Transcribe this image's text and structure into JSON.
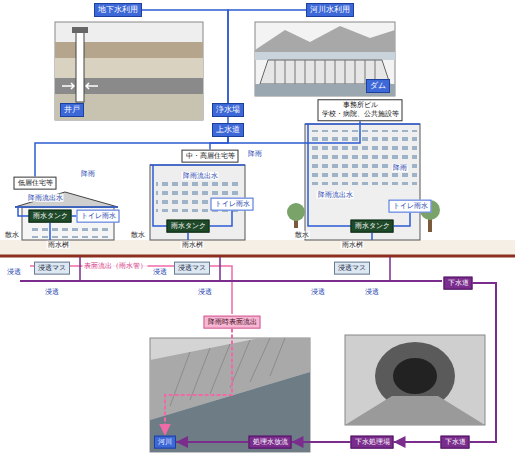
{
  "diagram": {
    "nodes": [
      {
        "text": [
          "地下水利用"
        ]
      },
      {
        "text": [
          "河川水利用"
        ]
      },
      {
        "text": [
          "井戸"
        ]
      },
      {
        "text": [
          "ダム"
        ]
      },
      {
        "text": [
          "浄水場"
        ]
      },
      {
        "text": [
          "上水道"
        ]
      },
      {
        "text": [
          "事務所ビル",
          "学校・病院、公共施設等"
        ]
      },
      {
        "text": [
          "中・高層住宅等"
        ]
      },
      {
        "text": [
          "低層住宅等"
        ]
      },
      {
        "text": [
          "雨水タンク"
        ]
      },
      {
        "text": [
          "トイレ雨水"
        ]
      },
      {
        "text": [
          "浸透マス"
        ]
      },
      {
        "text": [
          "雨水タンク"
        ]
      },
      {
        "text": [
          "トイレ雨水"
        ]
      },
      {
        "text": [
          "浸透マス"
        ]
      },
      {
        "text": [
          "雨水タンク"
        ]
      },
      {
        "text": [
          "トイレ雨水"
        ]
      },
      {
        "text": [
          "浸透マス"
        ]
      },
      {
        "text": [
          "下水道"
        ]
      },
      {
        "text": [
          "降雨時表面流出"
        ]
      },
      {
        "text": [
          "河川"
        ]
      },
      {
        "text": [
          "処理水放流"
        ]
      },
      {
        "text": [
          "下水処理場"
        ]
      },
      {
        "text": [
          "下水道"
        ]
      }
    ],
    "edges": [
      {
        "from": 0,
        "to": 4,
        "arrow": "none"
      },
      {
        "from": 1,
        "to": 4,
        "arrow": "none"
      },
      {
        "from": 4,
        "to": 5,
        "arrow": "none"
      },
      {
        "from": 5,
        "to": 8,
        "arrow": "none"
      },
      {
        "from": 5,
        "to": 7,
        "arrow": "none"
      },
      {
        "from": 5,
        "to": 6,
        "arrow": "none"
      },
      {
        "from": 9,
        "to": 10,
        "arrow": "none"
      },
      {
        "from": 12,
        "to": 13,
        "arrow": "none"
      },
      {
        "from": 15,
        "to": 16,
        "arrow": "none"
      },
      {
        "from": 18,
        "to": 23,
        "arrow": "none"
      },
      {
        "from": 23,
        "to": 22,
        "arrow": "to"
      },
      {
        "from": 22,
        "to": 21,
        "arrow": "to"
      },
      {
        "from": 21,
        "to": 20,
        "arrow": "to"
      },
      {
        "from": 19,
        "to": 20,
        "arrow": "to"
      }
    ],
    "labels": [
      "降雨",
      "降雨流出水",
      "散水",
      "雨水桝",
      "浸透",
      "浸透",
      "降雨",
      "降雨流出水",
      "散水",
      "雨水桝",
      "浸透",
      "浸透",
      "降雨",
      "降雨流出水",
      "散水",
      "雨水桝",
      "浸透",
      "浸透",
      "表面流出（雨水管）"
    ]
  }
}
